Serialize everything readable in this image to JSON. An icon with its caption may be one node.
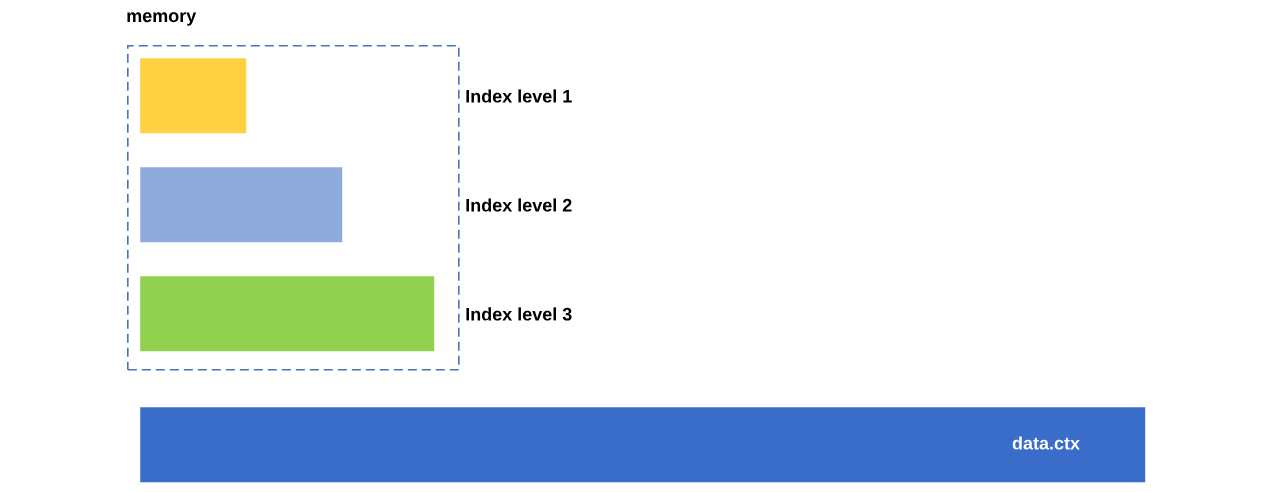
{
  "diagram": {
    "nodes": [
      {
        "text": [
          "memory"
        ]
      },
      {
        "text": [],
        "shape": "bar",
        "in": 0
      },
      {
        "text": [],
        "shape": "bar",
        "in": 0
      },
      {
        "text": [],
        "shape": "bar",
        "in": 0
      },
      {
        "text": [
          "data.ctx"
        ]
      }
    ],
    "labels": [
      "Index level 1",
      "Index level 2",
      "Index level 3"
    ]
  }
}
